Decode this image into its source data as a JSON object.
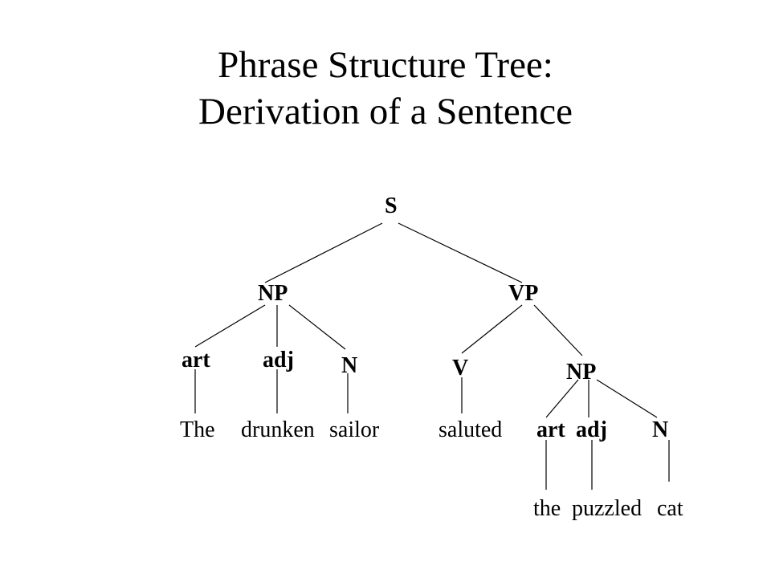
{
  "title": {
    "line1": "Phrase Structure Tree:",
    "line2": "Derivation of a Sentence"
  },
  "tree": {
    "root": "S",
    "subject_np": {
      "label": "NP",
      "art": {
        "label": "art",
        "word": "The"
      },
      "adj": {
        "label": "adj",
        "word": "drunken"
      },
      "n": {
        "label": "N",
        "word": "sailor"
      }
    },
    "vp": {
      "label": "VP",
      "v": {
        "label": "V",
        "word": "saluted"
      },
      "object_np": {
        "label": "NP",
        "art": {
          "label": "art",
          "word": "the"
        },
        "adj": {
          "label": "adj",
          "word": "puzzled"
        },
        "n": {
          "label": "N",
          "word": "cat"
        }
      }
    }
  }
}
